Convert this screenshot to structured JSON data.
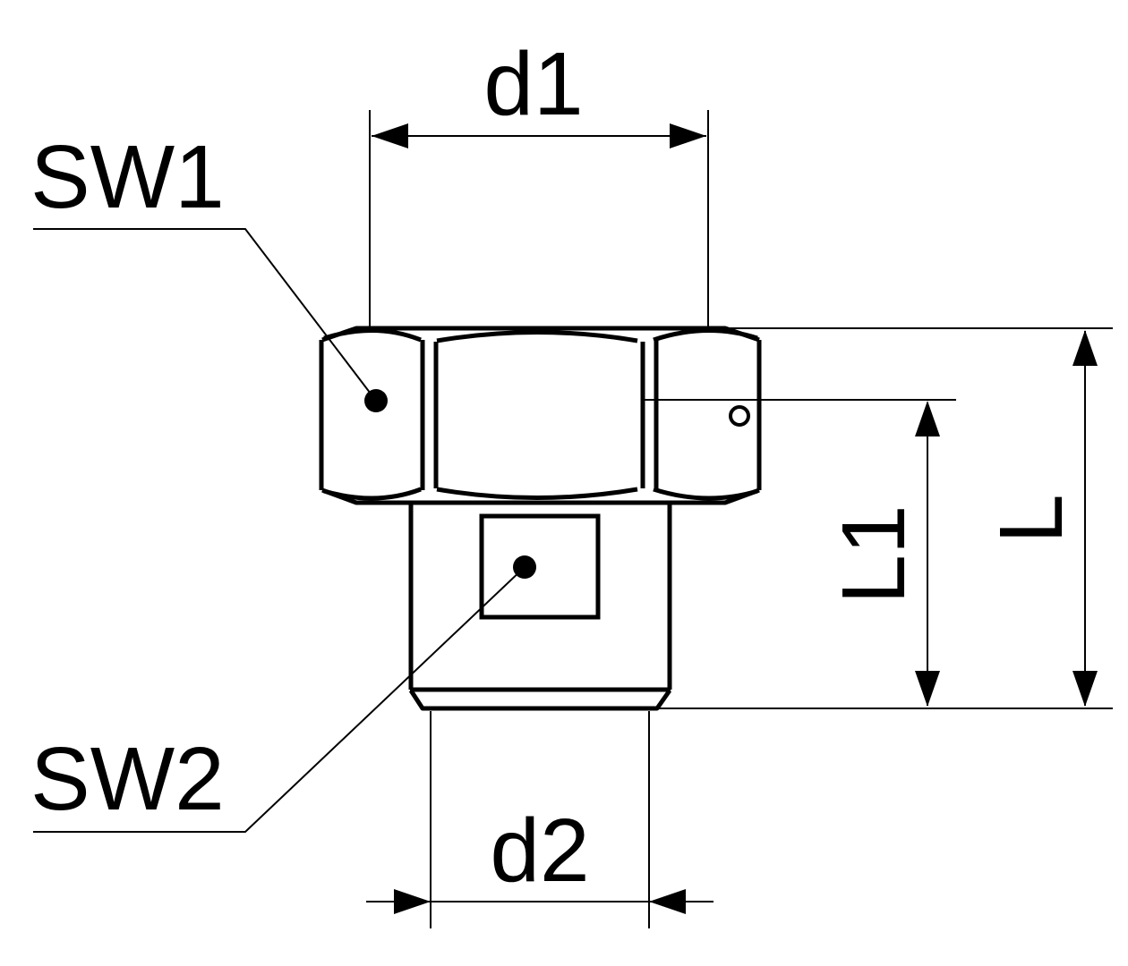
{
  "drawing": {
    "title": "Hex reducing nipple dimension drawing",
    "colors": {
      "line": "#000000",
      "background": "#ffffff"
    },
    "dimensions": {
      "d1": "d1",
      "d2": "d2",
      "L": "L",
      "L1": "L1"
    },
    "callouts": {
      "sw1": "SW1",
      "sw2": "SW2"
    }
  }
}
